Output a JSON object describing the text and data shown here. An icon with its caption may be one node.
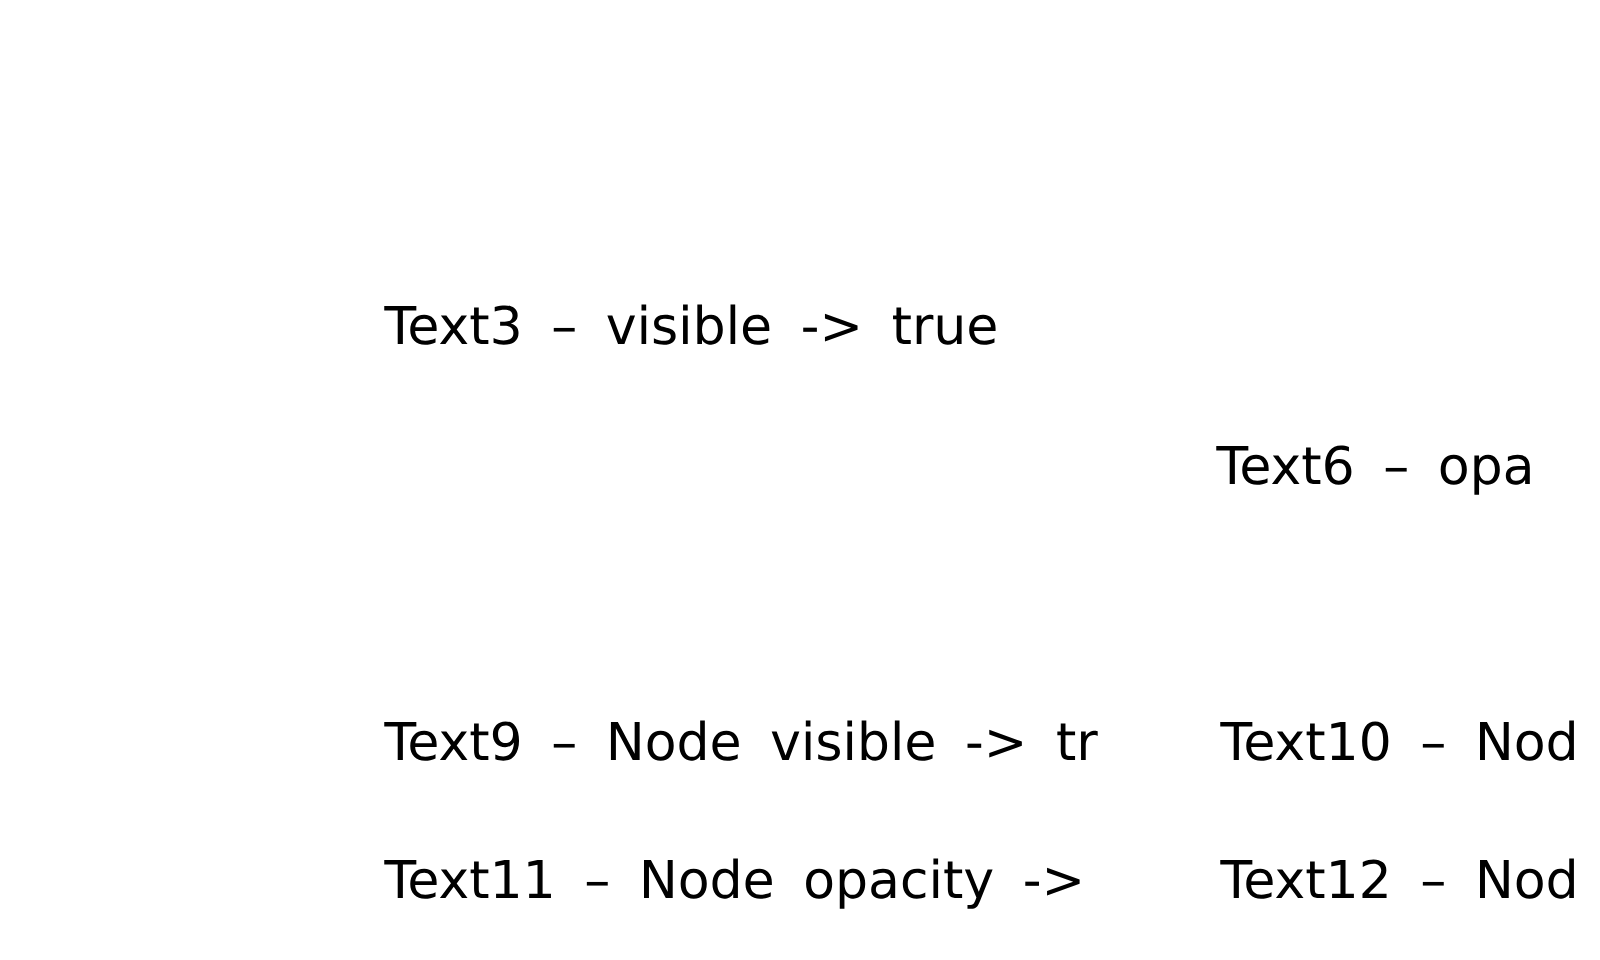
{
  "diagram": {
    "labels": [
      "Text3 – visible -> true",
      "Text6 – opa",
      "Text9 – Node visible -> tr",
      "Text10 – Nod",
      "Text11 – Node opacity ->",
      "Text12 – Nod"
    ]
  }
}
